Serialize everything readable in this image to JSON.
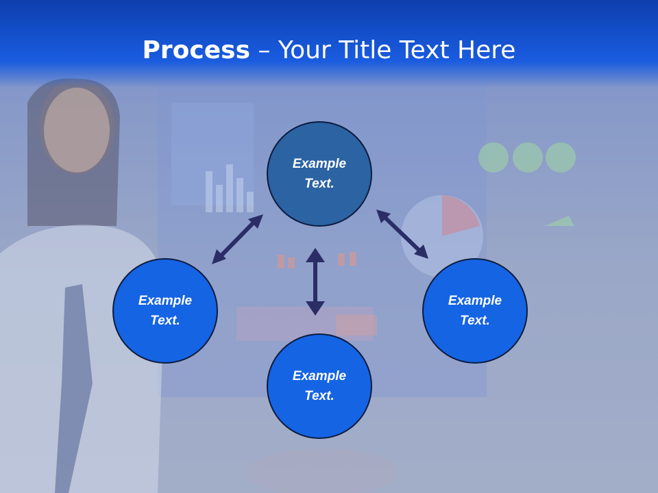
{
  "title": {
    "bold": "Process",
    "rest": " – Your Title Text Here"
  },
  "nodes": {
    "top": {
      "line1": "Example",
      "line2": "Text."
    },
    "left": {
      "line1": "Example",
      "line2": "Text."
    },
    "right": {
      "line1": "Example",
      "line2": "Text."
    },
    "bottom": {
      "line1": "Example",
      "line2": "Text."
    }
  },
  "colors": {
    "header": "#1552cf",
    "node_top": "#2b63a3",
    "node_outer": "#1564e3",
    "arrow": "#2b2d66"
  }
}
